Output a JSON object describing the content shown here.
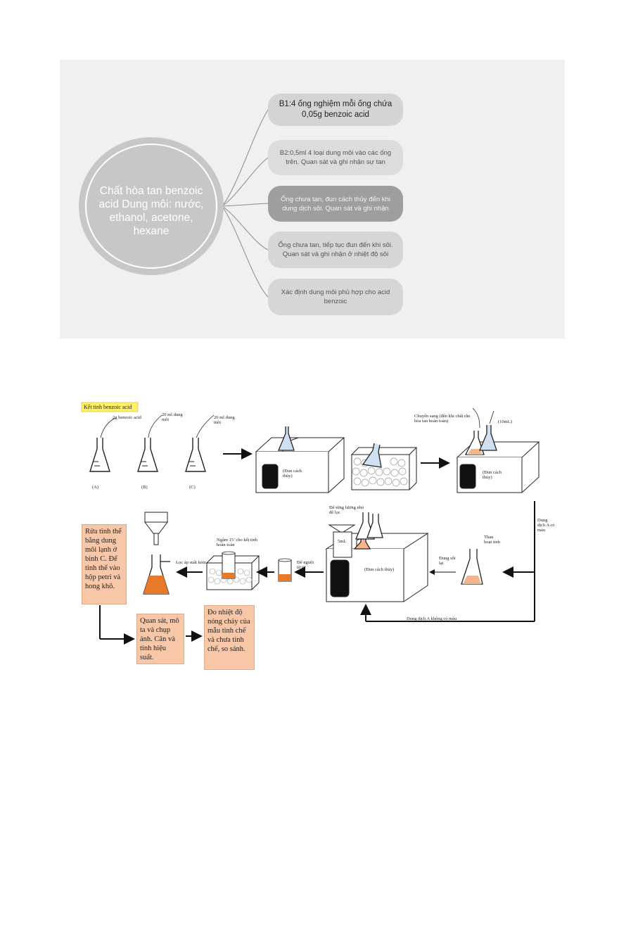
{
  "mindmap": {
    "hub_text": "Chất hòa tan benzoic acid Dung môi: nước, ethanol, acetone, hexane",
    "steps": [
      "B1:4 ống nghiệm mỗi ống chứa 0,05g benzoic acid",
      "B2:0,5ml 4 loại dung môi vào các ống trên. Quan sát và ghi nhận sự tan",
      "Ống chưa tan, đun cách thủy đến khi dung dịch sôi. Quan sát và ghi nhận",
      "Ống chưa tan, tiếp tục đun đến khi sôi. Quan sát và ghi nhận ở nhiệt độ sôi",
      "Xác định dung môi phù hợp cho acid benzoic"
    ]
  },
  "process": {
    "title": "Kết tinh benzoic acid",
    "flask_labels": [
      "(A)",
      "(B)",
      "(C)"
    ],
    "annotations": {
      "benzoic": "2g benzoic acid",
      "solvent_b": "20 ml dung môi",
      "solvent_c": "20 ml dung môi",
      "transfer": "Chuyển sang (đến khi chất rắn hòa tan hoàn toàn)",
      "ml10": "(10mL)",
      "waterbath1": "(Đun cách thủy)",
      "waterbath2": "(Đun cách thủy)",
      "waterbath3": "(Đun cách thủy)",
      "colored": "Dung dịch A có màu",
      "charcoal": "Than hoạt tính",
      "reboil": "Đung sôi lại",
      "colorless": "Dung dịch A không có màu",
      "filter_small": "Để từng lượng nhỏ để lọc",
      "vol": "5mL",
      "cool": "Để nguội từ từ",
      "soak": "Ngâm 15’ cho kết tinh hoàn toàn",
      "vacuum": "Lọc áp suất kém"
    },
    "boxes": {
      "wash": "Rửa tinh thể bằng dung môi lạnh ở bình C. Để tinh thể vào hộp petri và hong khô.",
      "observe": "Quan sát, mô ta và chụp ảnh. Cân và tính hiệu suất.",
      "measure": "Đo nhiệt độ nóng chảy của mẫu tinh chế và chưa tinh chế, so sánh."
    }
  },
  "colors": {
    "hub": "#c7c7c7",
    "panel": "#f0f0f0",
    "peach": "#f7c7a8",
    "orange_liquid": "#e8782a",
    "title_highlight": "#fff06a"
  }
}
